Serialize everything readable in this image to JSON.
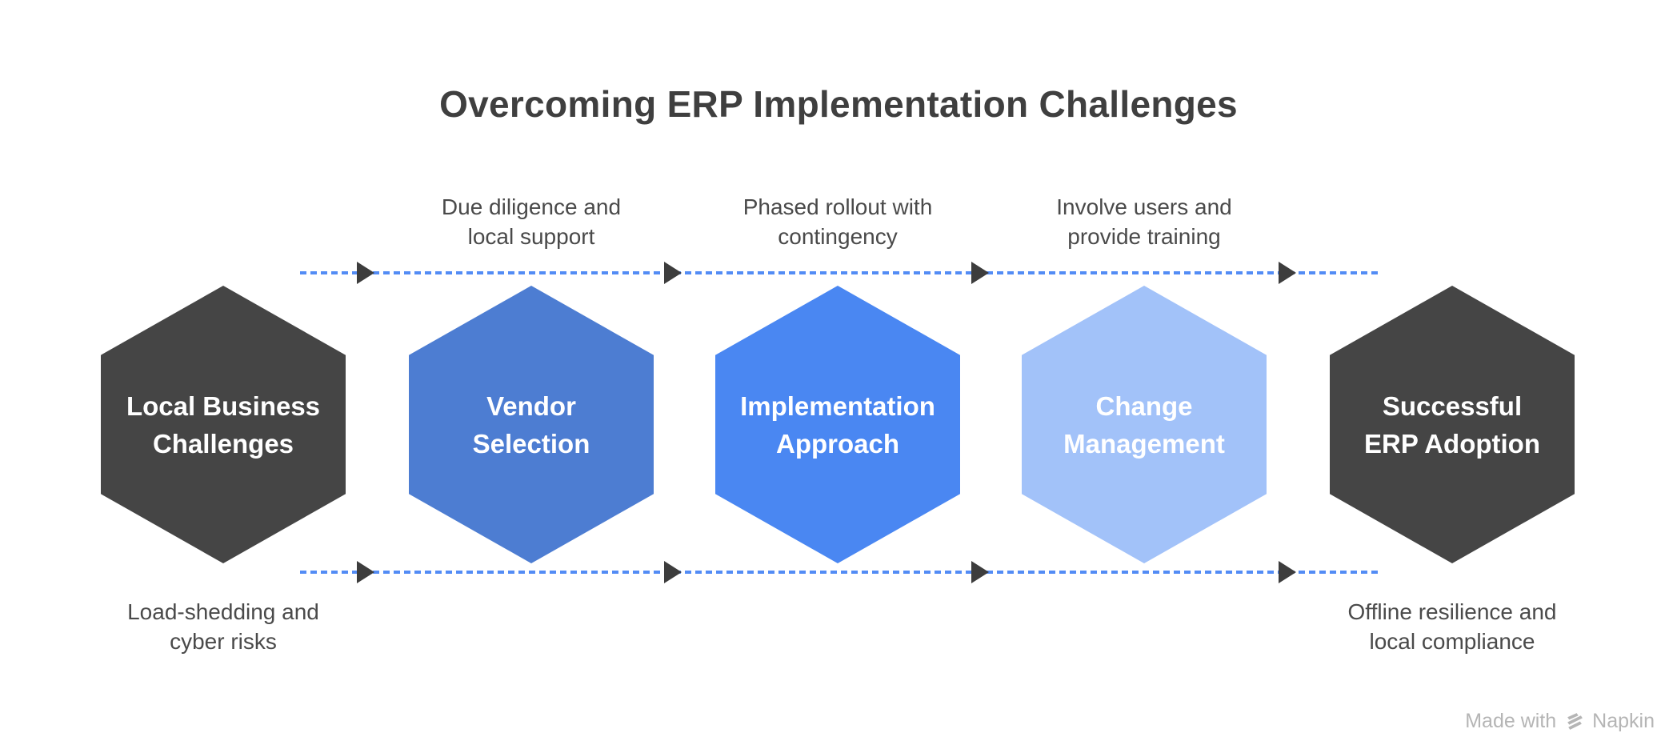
{
  "title": "Overcoming ERP Implementation Challenges",
  "stages": [
    {
      "id": "local-business-challenges",
      "label": "Local Business\nChallenges",
      "color": "#454545",
      "caption_below": "Load-shedding and\ncyber risks"
    },
    {
      "id": "vendor-selection",
      "label": "Vendor\nSelection",
      "color": "#4d7dd2"
    },
    {
      "id": "implementation-approach",
      "label": "Implementation\nApproach",
      "color": "#4a87f2"
    },
    {
      "id": "change-management",
      "label": "Change\nManagement",
      "color": "#a2c2f9"
    },
    {
      "id": "successful-erp-adoption",
      "label": "Successful\nERP Adoption",
      "color": "#454545",
      "caption_below": "Offline resilience and\nlocal compliance"
    }
  ],
  "transitions": [
    {
      "label": "Due diligence and\nlocal support"
    },
    {
      "label": "Phased rollout with\ncontingency"
    },
    {
      "label": "Involve users and\nprovide training"
    }
  ],
  "connector": {
    "line_color": "#538cf5",
    "arrow_color": "#3d3d3d"
  },
  "text_colors": {
    "title": "#3f3f3f",
    "labels": "#4a4a4a",
    "hexagon_text": "#ffffff",
    "watermark": "#b5b5b5"
  },
  "watermark": {
    "prefix": "Made with",
    "brand": "Napkin"
  }
}
